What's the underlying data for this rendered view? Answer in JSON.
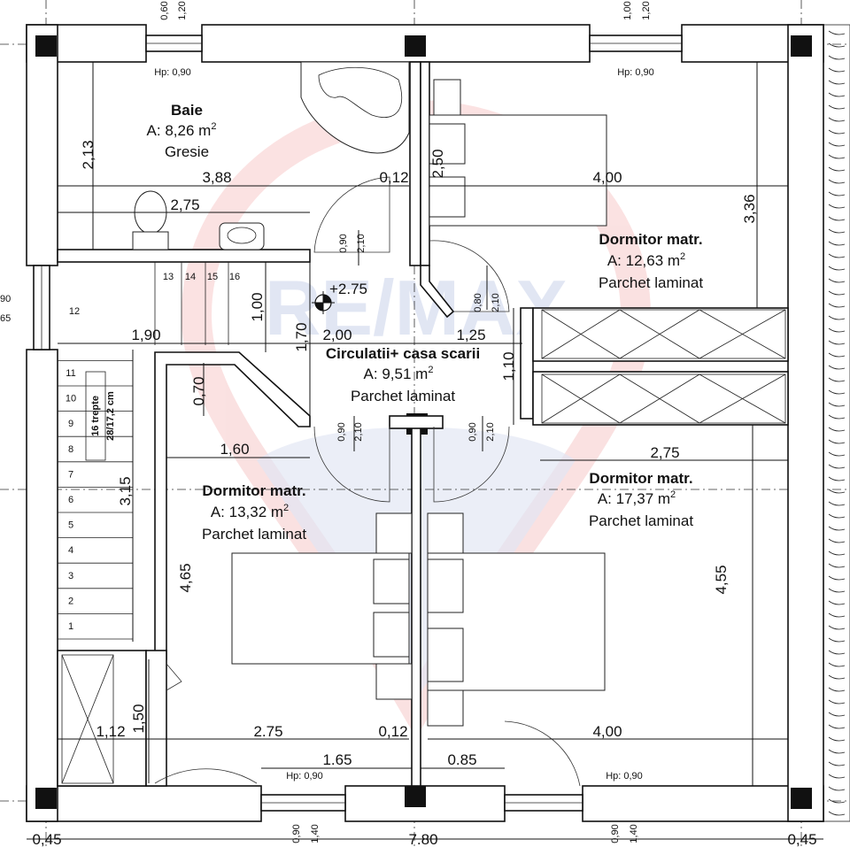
{
  "rooms": {
    "baie": {
      "name": "Baie",
      "area": "A: 8,26 m",
      "sup": "2",
      "floor": "Gresie"
    },
    "dormitor_ne": {
      "name": "Dormitor matr.",
      "area": "A: 12,63 m",
      "sup": "2",
      "floor": "Parchet laminat"
    },
    "circulatii": {
      "name": "Circulatii+ casa scarii",
      "area": "A: 9,51 m",
      "sup": "2",
      "floor": "Parchet laminat"
    },
    "dormitor_sw": {
      "name": "Dormitor matr.",
      "area": "A: 13,32 m",
      "sup": "2",
      "floor": "Parchet laminat"
    },
    "dormitor_se": {
      "name": "Dormitor matr.",
      "area": "A: 17,37 m",
      "sup": "2",
      "floor": "Parchet laminat"
    }
  },
  "dimensions": {
    "baie_height": "2,13",
    "baie_width": "3,88",
    "wc_width": "2,75",
    "wall_012_top": "0,12",
    "d250": "2,50",
    "ne_width": "4,00",
    "ne_height": "3,36",
    "stair_1_90": "1,90",
    "d1_00": "1,00",
    "d1_70": "1,70",
    "d2_00": "2,00",
    "d1_25": "1,25",
    "d1_10": "1,10",
    "d0_70": "0,70",
    "d1_60": "1,60",
    "d3_15": "3,15",
    "d4_65": "4,65",
    "d4_55": "4,55",
    "se_width": "2,75",
    "d1_12": "1,12",
    "d1_50": "1,50",
    "bottom_2_75": "2.75",
    "bottom_0_12": "0,12",
    "bottom_4_00": "4,00",
    "d1_65": "1.65",
    "d0_85": "0.85",
    "total": "7.80",
    "left_045": "0,45",
    "right_045": "0,45",
    "level": "+2.75"
  },
  "windows": {
    "hp_tl": "Hp: 0,90",
    "hp_tr": "Hp: 0,90",
    "hp_bl": "Hp: 0,90",
    "hp_br": "Hp: 0,90",
    "top_left_a": "0,60",
    "top_left_b": "1,20",
    "top_right_a": "1,00",
    "top_right_b": "1,20",
    "bot_left_a": "0,90",
    "bot_left_b": "1,40",
    "bot_right_a": "0,90",
    "bot_right_b": "1,40",
    "left_a": "90",
    "left_b": "65"
  },
  "doors": {
    "d_baie_a": "0,90",
    "d_baie_b": "2,10",
    "d_ne_a": "0,80",
    "d_ne_b": "2,10",
    "d_sw_a": "0,90",
    "d_sw_b": "2,10",
    "d_se_a": "0,90",
    "d_se_b": "2,10"
  },
  "stairs": {
    "steps": [
      "1",
      "2",
      "3",
      "4",
      "5",
      "6",
      "7",
      "8",
      "9",
      "10",
      "11",
      "12",
      "13",
      "14",
      "15",
      "16"
    ],
    "label_a": "16 trepte",
    "label_b": "28/17,2 cm"
  },
  "watermark": "RE/MAX"
}
